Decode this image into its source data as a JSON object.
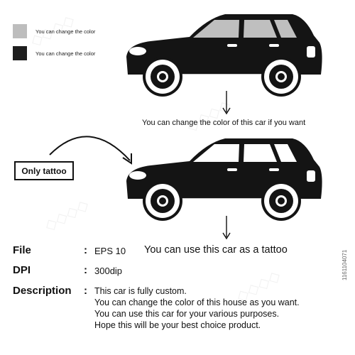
{
  "colors": {
    "swatch_gray": "#bdbdbd",
    "swatch_black": "#1e1e1e",
    "car_body": "#141414",
    "window": "#bfbfbf"
  },
  "legend": [
    {
      "label": "You can change the color"
    },
    {
      "label": "You can change the color"
    }
  ],
  "arrow_caption": "You can change the color of this car if you want",
  "tattoo_box_label": "Only tattoo",
  "info": {
    "file_label": "File",
    "file_value": "EPS 10",
    "file_note": "You can use this car as a tattoo",
    "dpi_label": "DPI",
    "dpi_value": "300dip",
    "description_label": "Description",
    "separator": ":",
    "description_lines": [
      "This car is fully custom.",
      "You can change the color of this house as you want.",
      "You can use this car for your various purposes.",
      "Hope this will be your best choice product."
    ]
  },
  "image_id": "1161104071"
}
